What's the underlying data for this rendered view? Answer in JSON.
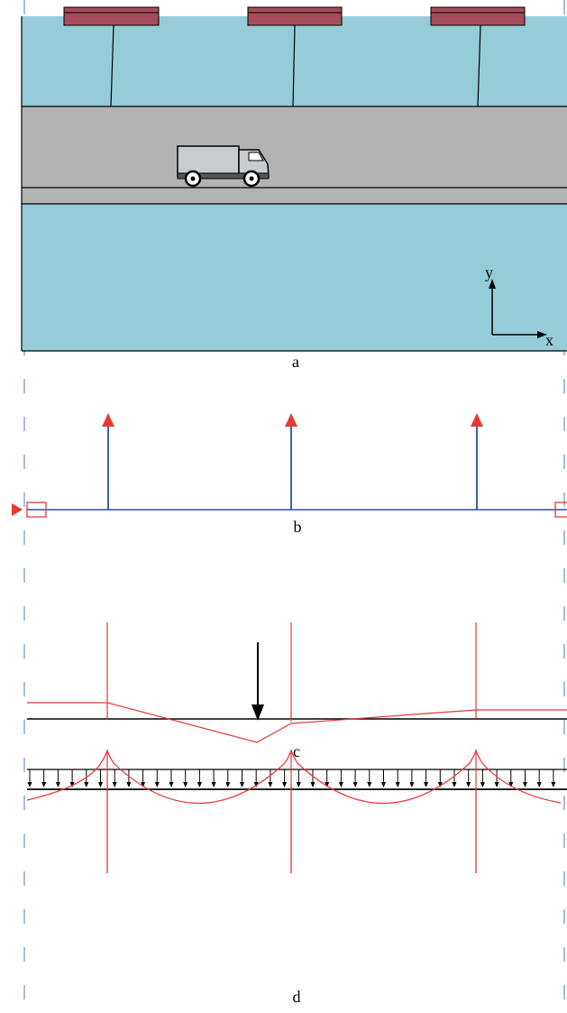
{
  "panels": [
    {
      "id": "a",
      "label": "a"
    },
    {
      "id": "b",
      "label": "b"
    },
    {
      "id": "c",
      "label": "c"
    },
    {
      "id": "d",
      "label": "d"
    }
  ],
  "axes": {
    "x_label": "x",
    "y_label": "y"
  },
  "colors": {
    "water": "#96CCDA",
    "road": "#B3B3B3",
    "pontoon": "#A54D5A",
    "blue_beam": "#2E4DA8",
    "red": "#E53935",
    "dash": "#6A93C9",
    "truck_body": "#C8CCCE"
  },
  "icons": [
    "truck-icon",
    "support-arrow-icon",
    "point-load-arrow-icon",
    "distributed-load-arrow-icon"
  ]
}
